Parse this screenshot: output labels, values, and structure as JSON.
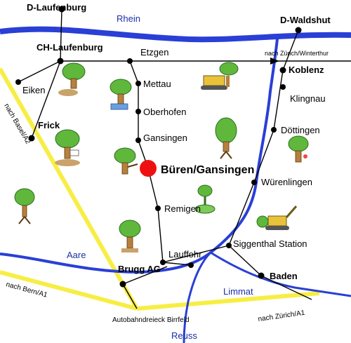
{
  "places": {
    "d_laufenburg": "D-Laufenburg",
    "d_waldshut": "D-Waldshut",
    "ch_laufenburg": "CH-Laufenburg",
    "etzgen": "Etzgen",
    "koblenz": "Koblenz",
    "eiken": "Eiken",
    "mettau": "Mettau",
    "klingnau": "Klingnau",
    "oberhofen": "Oberhofen",
    "frick": "Frick",
    "doettingen": "Döttingen",
    "gansingen": "Gansingen",
    "bueren": "Büren/Gansingen",
    "wuerenlingen": "Würenlingen",
    "remigen": "Remigen",
    "siggenthal": "Siggenthal Station",
    "lauffohr": "Lauffohr",
    "brugg": "Brugg AG",
    "baden": "Baden"
  },
  "waters": {
    "rhein": "Rhein",
    "aare": "Aare",
    "limmat": "Limmat",
    "reuss": "Reuss"
  },
  "roads": {
    "nach_zuerich_winterthur": "nach Zürich/Winterthur",
    "nach_basel": "nach Basel/A2",
    "nach_bern": "nach Bern/A1",
    "nach_zuerich_a1": "nach Zürich/A1",
    "autobahndreieck": "Autobahndreieck Birrfeld"
  },
  "colors": {
    "water": "#2a3fd6",
    "water_label": "#1d2fa8",
    "motorway": "#f7ee45",
    "road": "#000000",
    "highlight": "#ee1111"
  },
  "illustrations": [
    "tree-figure",
    "tree-figure-with-laptop",
    "tree-figure-with-bulldozer",
    "tree-figure-reading",
    "tree-figure-pointing",
    "tree-figure-running",
    "bird-figure",
    "tree-figure-with-excavator",
    "tree-figure-walking"
  ]
}
